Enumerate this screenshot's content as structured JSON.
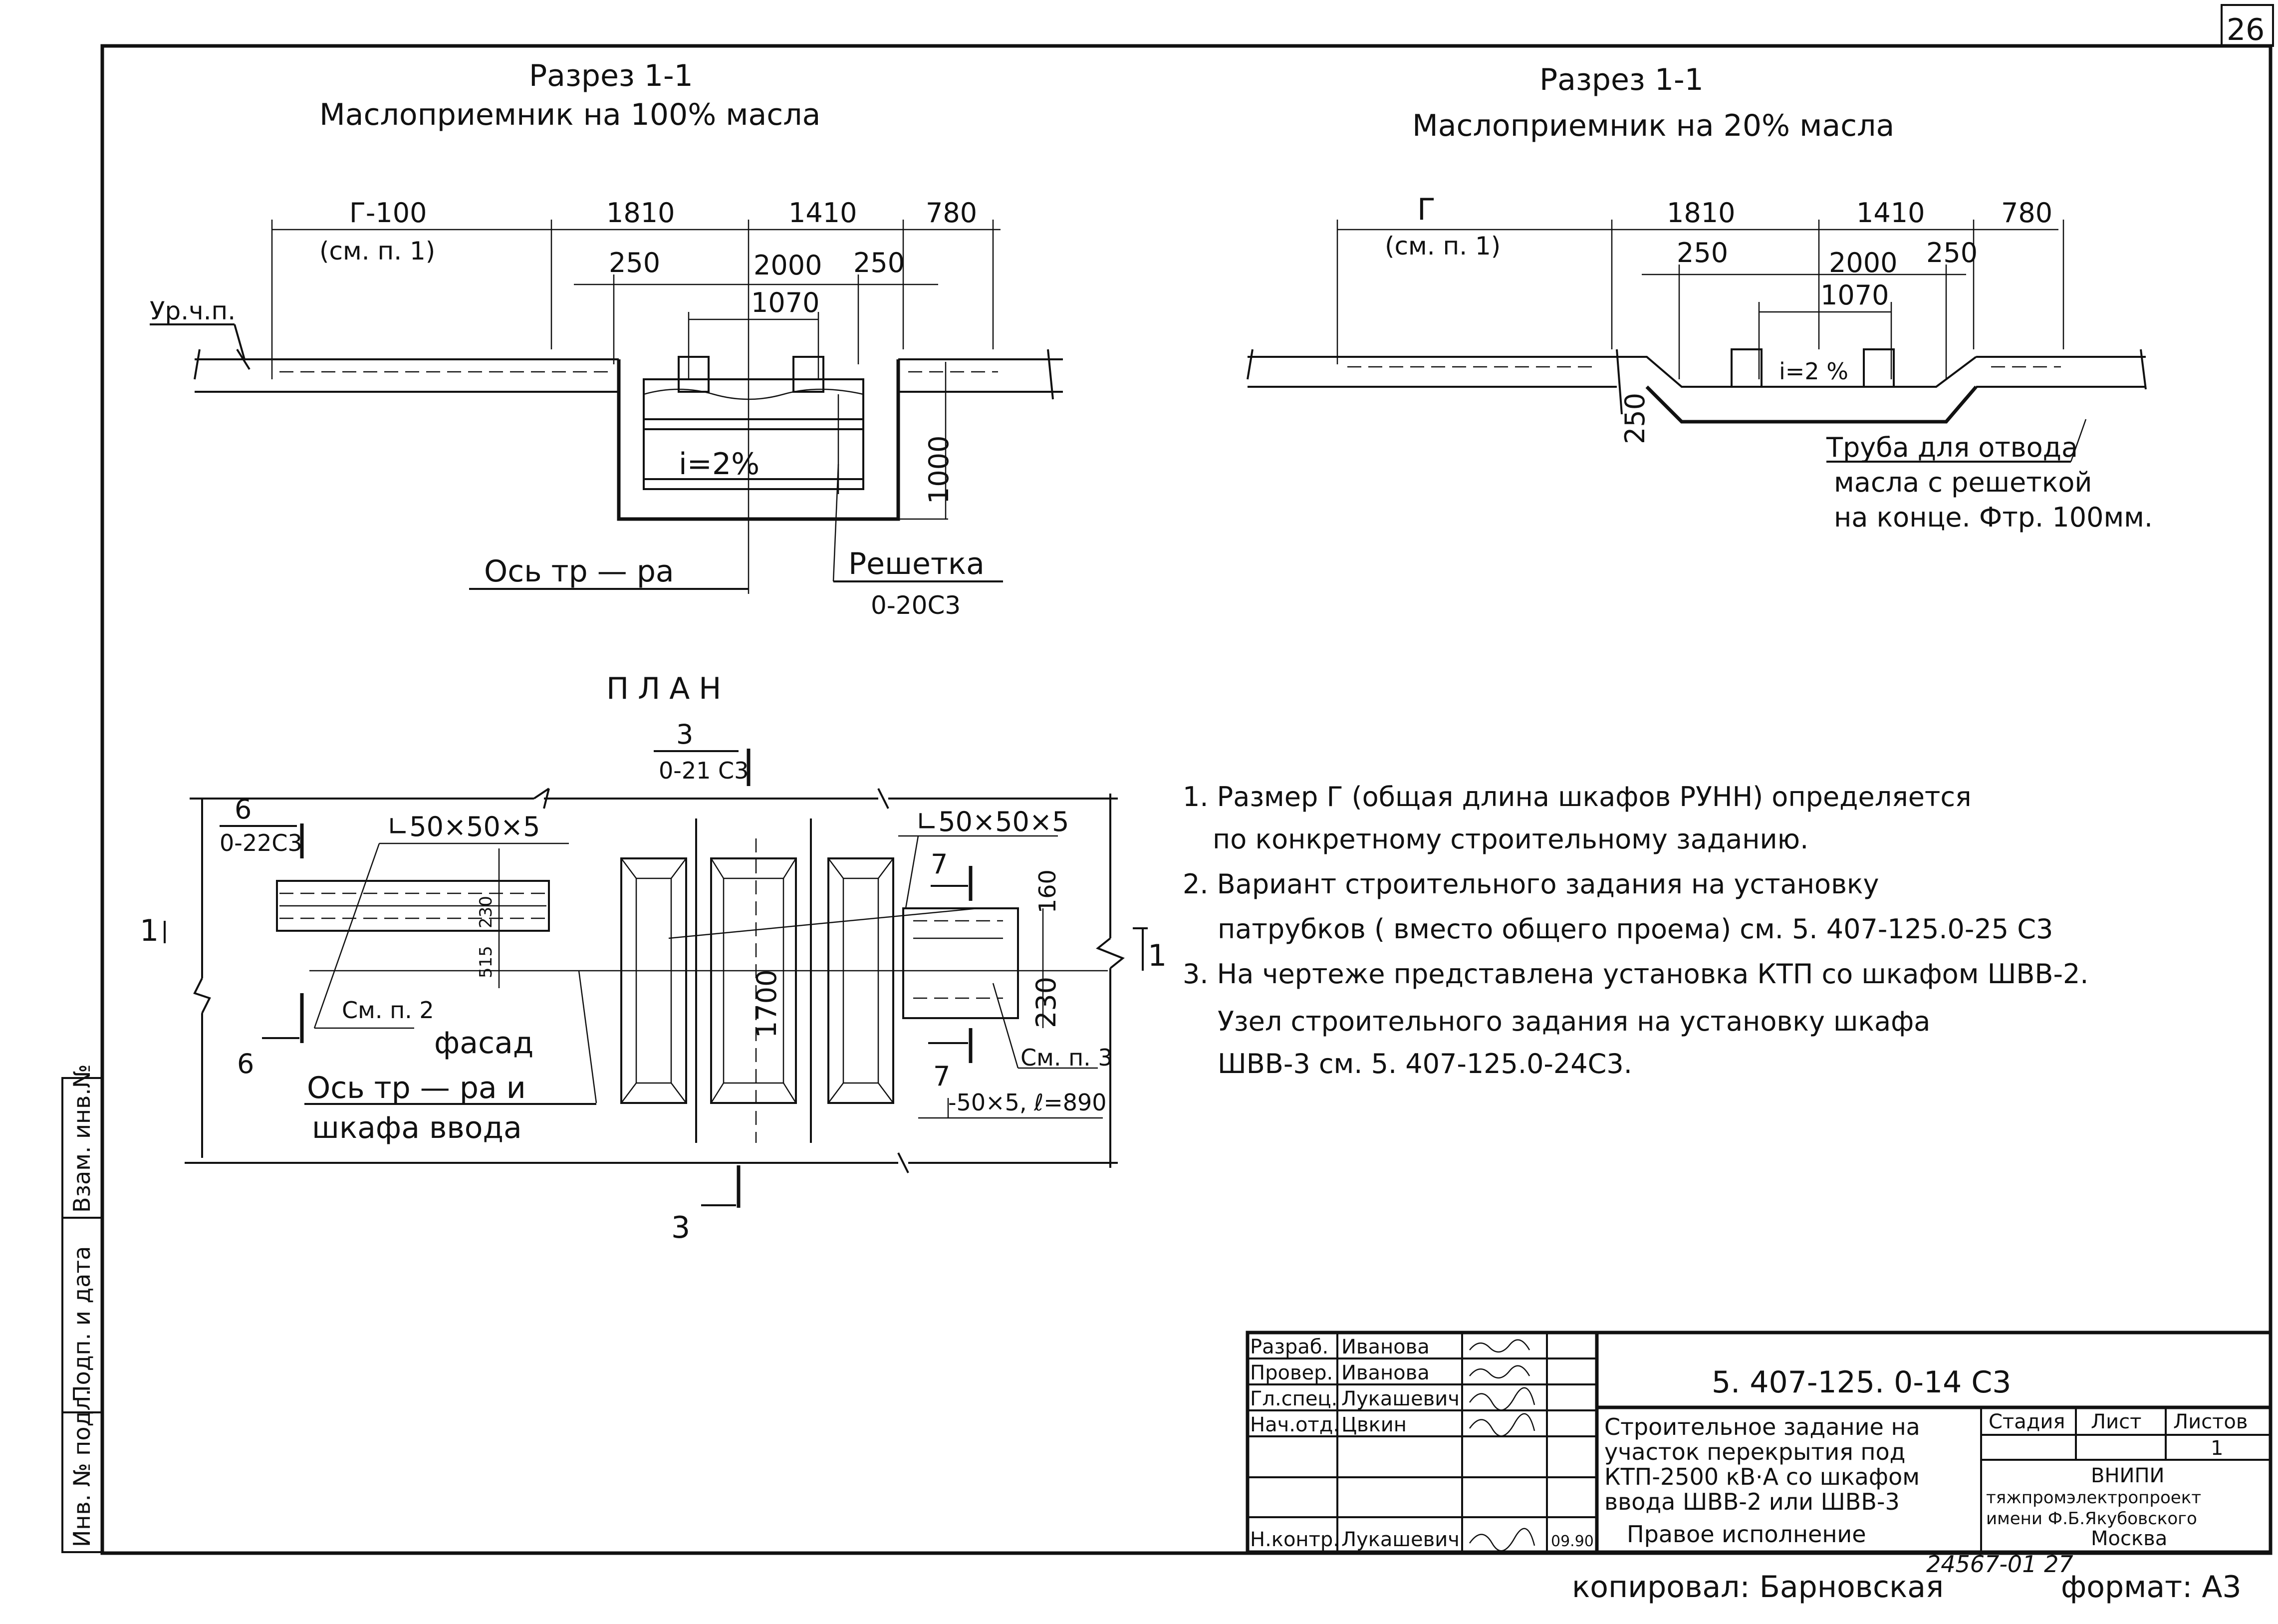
{
  "sheet_number": "26",
  "section_left": {
    "title": "Разрез 1-1",
    "subtitle": "Маслоприемник на 100% масла",
    "dims_top": [
      "Г-100",
      "1810",
      "1410",
      "780"
    ],
    "dim_ref": "(см. п. 1)",
    "dims_mid": [
      "250",
      "2000",
      "250"
    ],
    "dim_inner": "1070",
    "level_label": "Ур.ч.п.",
    "slope": "i=2%",
    "depth": "1000",
    "axis_label": "Ось тр — ра",
    "grate_label": "Решетка",
    "grate_ref": "0-20С3"
  },
  "section_right": {
    "title": "Разрез 1-1",
    "subtitle": "Маслоприемник на 20% масла",
    "dims_top": [
      "Г",
      "1810",
      "1410",
      "780"
    ],
    "dim_ref": "(см. п. 1)",
    "dims_mid": [
      "250",
      "2000",
      "250"
    ],
    "dim_inner": "1070",
    "slope": "i=2 %",
    "depth": "250",
    "pipe_note": [
      "Труба для отвода",
      "масла с решеткой",
      "на конце. Фтр. 100мм."
    ]
  },
  "plan": {
    "title": "ПЛАН",
    "cut3_top": "3",
    "cut3_top_ref": "0-21 С3",
    "cut3_bottom": "3",
    "cut6_top": "6",
    "cut6_ref": "0-22С3",
    "cut6_bottom": "6",
    "cut7_top": "7",
    "cut7_bottom": "7",
    "cut1_left": "1",
    "cut1_right": "1",
    "angle_left": "∟50×50×5",
    "angle_right": "∟50×50×5",
    "dim_230_left": "230",
    "dim_515": "515",
    "dim_1700": "1700",
    "dim_160": "160",
    "dim_230_right": "230",
    "ref_p2": "См. п. 2",
    "facade": "фасад",
    "axis_line1": "Ось тр — ра и",
    "axis_line2": "шкафа ввода",
    "ref_p3": "См. п. 3",
    "strip": "-50×5, ℓ=890"
  },
  "notes": [
    "1. Размер Г (общая длина шкафов РУНН) определяется",
    "по конкретному строительному заданию.",
    "2. Вариант строительного задания на установку",
    "патрубков ( вместо общего проема) см. 5. 407-125.0-25 С3",
    "3. На чертеже представлена установка КТП со шкафом ШВВ-2.",
    "Узел строительного задания на установку шкафа",
    "ШВВ-3 см. 5. 407-125.0-24С3."
  ],
  "side_stamp": [
    "Взам. инв.№",
    "Подп. и дата",
    "Инв. № подл."
  ],
  "title_block": {
    "roles": [
      "Разраб.",
      "Провер.",
      "Гл.спец.",
      "Нач.отд.",
      "",
      "",
      "Н.контр."
    ],
    "names": [
      "Иванова",
      "Иванова",
      "Лукашевич",
      "Цвкин",
      "",
      "",
      "Лукашевич"
    ],
    "doc_code": "5. 407-125. 0-14 С3",
    "description": [
      "Строительное задание на",
      "участок перекрытия под",
      "КТП-2500 кВ·А со шкафом",
      "ввода ШВВ-2 или ШВВ-3",
      "Правое исполнение"
    ],
    "stage_header": "Стадия",
    "sheet_header": "Лист",
    "sheets_header": "Листов",
    "sheets_value": "1",
    "org": [
      "ВНИПИ",
      "тяжпромэлектропроект",
      "имени Ф.Б.Якубовского",
      "Москва"
    ],
    "date": "09.90"
  },
  "footer": {
    "copied": "копировал: Барновская",
    "number": "24567-01 27",
    "format": "формат: А3"
  }
}
